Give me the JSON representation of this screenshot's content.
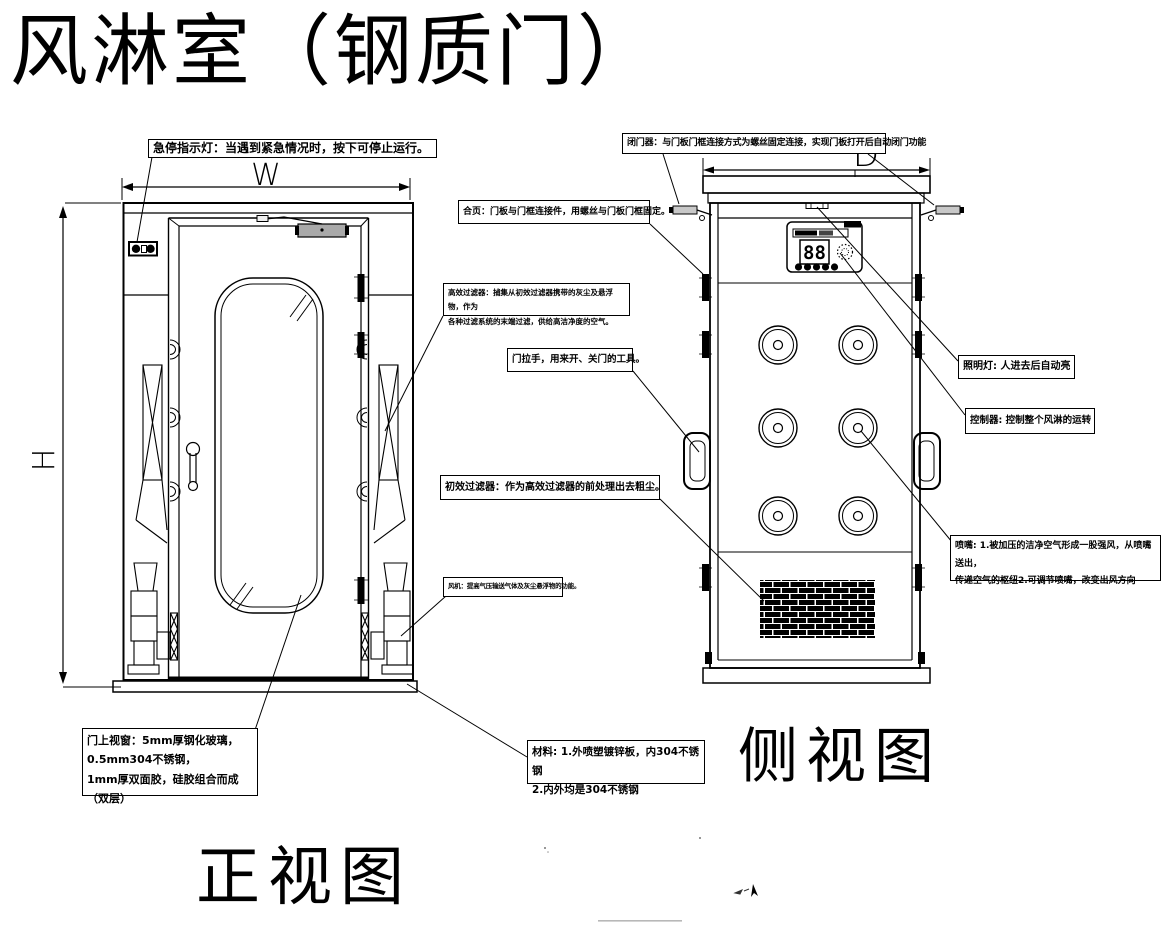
{
  "title": "风淋室（钢质门）",
  "front_view": {
    "label": "正视图",
    "width_dim": "W",
    "height_dim": "H"
  },
  "side_view": {
    "label": "侧视图",
    "depth_dim": "D",
    "control_panel_display": "88"
  },
  "callouts": {
    "emergency_light": "急停指示灯：当遇到紧急情况时，按下可停止运行。",
    "door_closer": "闭门器：与门板门框连接方式为螺丝固定连接，实现门板打开后自动闭门功能",
    "hinge": "合页：门板与门框连接件，用螺丝与门板门框固定。",
    "hepa_filter": "高效过滤器：捕集从初效过滤器携带的灰尘及悬浮物，作为\n各种过滤系统的末端过滤，供给高洁净度的空气。",
    "door_handle": "门拉手，用来开、关门的工具。",
    "pre_filter": "初效过滤器：作为高效过滤器的前处理出去粗尘。",
    "fan": "风机：提高气压输送气体及灰尘悬浮物的功能。",
    "door_window": "门上视窗：5mm厚钢化玻璃，\n0.5mm304不锈钢，\n1mm厚双面胶，硅胶组合而成（双层）",
    "material": "材料: 1.外喷塑镀锌板，内304不锈钢\n2.内外均是304不锈钢",
    "lighting": "照明灯: 人进去后自动亮",
    "controller": "控制器: 控制整个风淋的运转",
    "nozzle": "喷嘴: 1.被加压的洁净空气形成一股强风，从喷嘴送出，\n传递空气的枢纽2.可调节喷嘴，改变出风方向"
  },
  "colors": {
    "line": "#000000",
    "background": "#ffffff",
    "door_closer_fill": "#a9a9a9",
    "grille_fill": "#000000"
  }
}
